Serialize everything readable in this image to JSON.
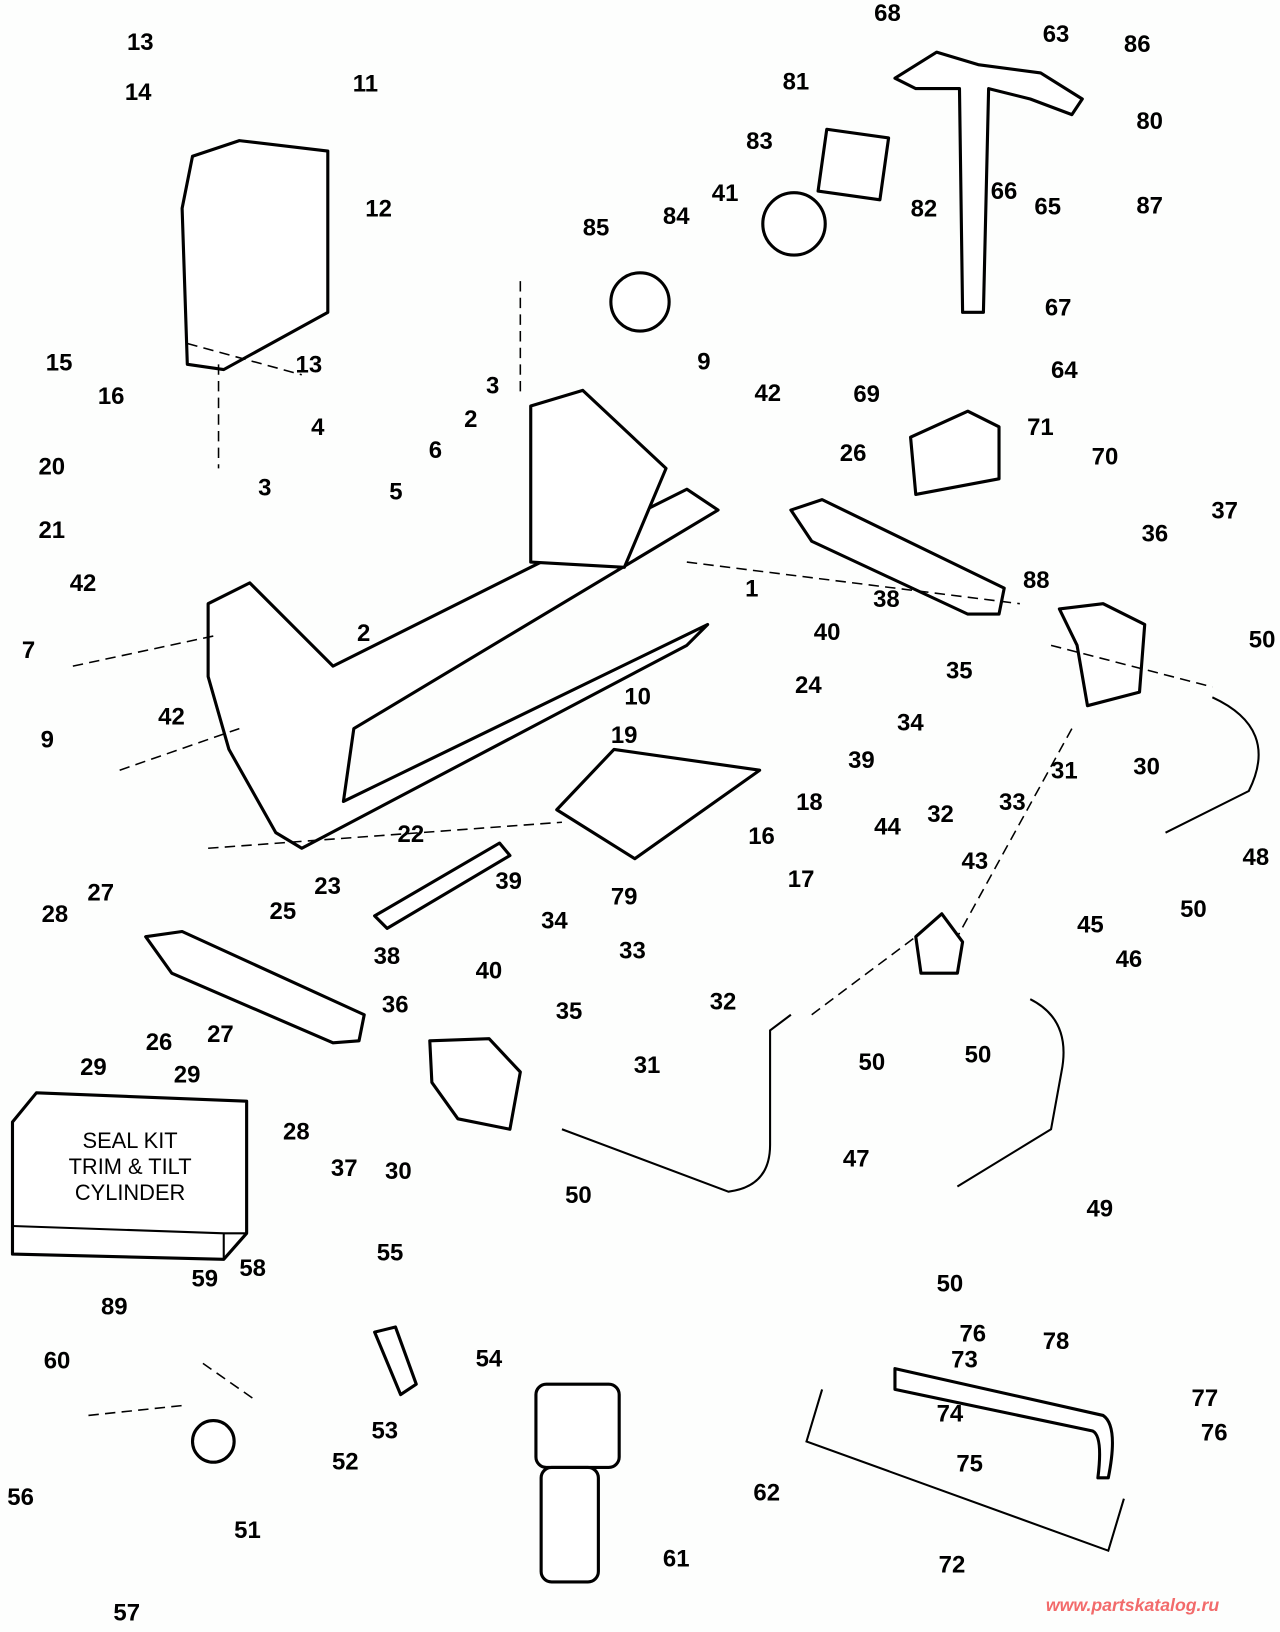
{
  "diagram": {
    "callouts": [
      "68",
      "63",
      "86",
      "81",
      "83",
      "80",
      "82",
      "66",
      "65",
      "87",
      "41",
      "84",
      "85",
      "67",
      "64",
      "13",
      "14",
      "11",
      "12",
      "15",
      "16",
      "13",
      "6",
      "2",
      "3",
      "9",
      "42",
      "69",
      "71",
      "70",
      "4",
      "5",
      "20",
      "21",
      "3",
      "2",
      "26",
      "88",
      "36",
      "37",
      "42",
      "7",
      "42",
      "9",
      "1",
      "38",
      "40",
      "35",
      "50",
      "24",
      "10",
      "19",
      "34",
      "39",
      "31",
      "30",
      "32",
      "33",
      "18",
      "16",
      "17",
      "79",
      "22",
      "44",
      "43",
      "48",
      "50",
      "23",
      "39",
      "25",
      "45",
      "46",
      "27",
      "28",
      "34",
      "33",
      "38",
      "40",
      "36",
      "35",
      "32",
      "26",
      "27",
      "29",
      "31",
      "50",
      "50",
      "29",
      "28",
      "37",
      "30",
      "47",
      "50",
      "49",
      "89",
      "59",
      "58",
      "55",
      "50",
      "76",
      "73",
      "78",
      "60",
      "54",
      "77",
      "74",
      "76",
      "53",
      "52",
      "75",
      "56",
      "51",
      "62",
      "72",
      "61",
      "57"
    ],
    "seal_kit": {
      "lines": [
        "SEAL KIT",
        "TRIM & TILT",
        "CYLINDER"
      ],
      "part_number": "89"
    },
    "watermark": "www.partskatalog.ru",
    "colors": {
      "ink": "#000000",
      "paper": "#fdfefd",
      "watermark": "#f26b6b"
    }
  }
}
